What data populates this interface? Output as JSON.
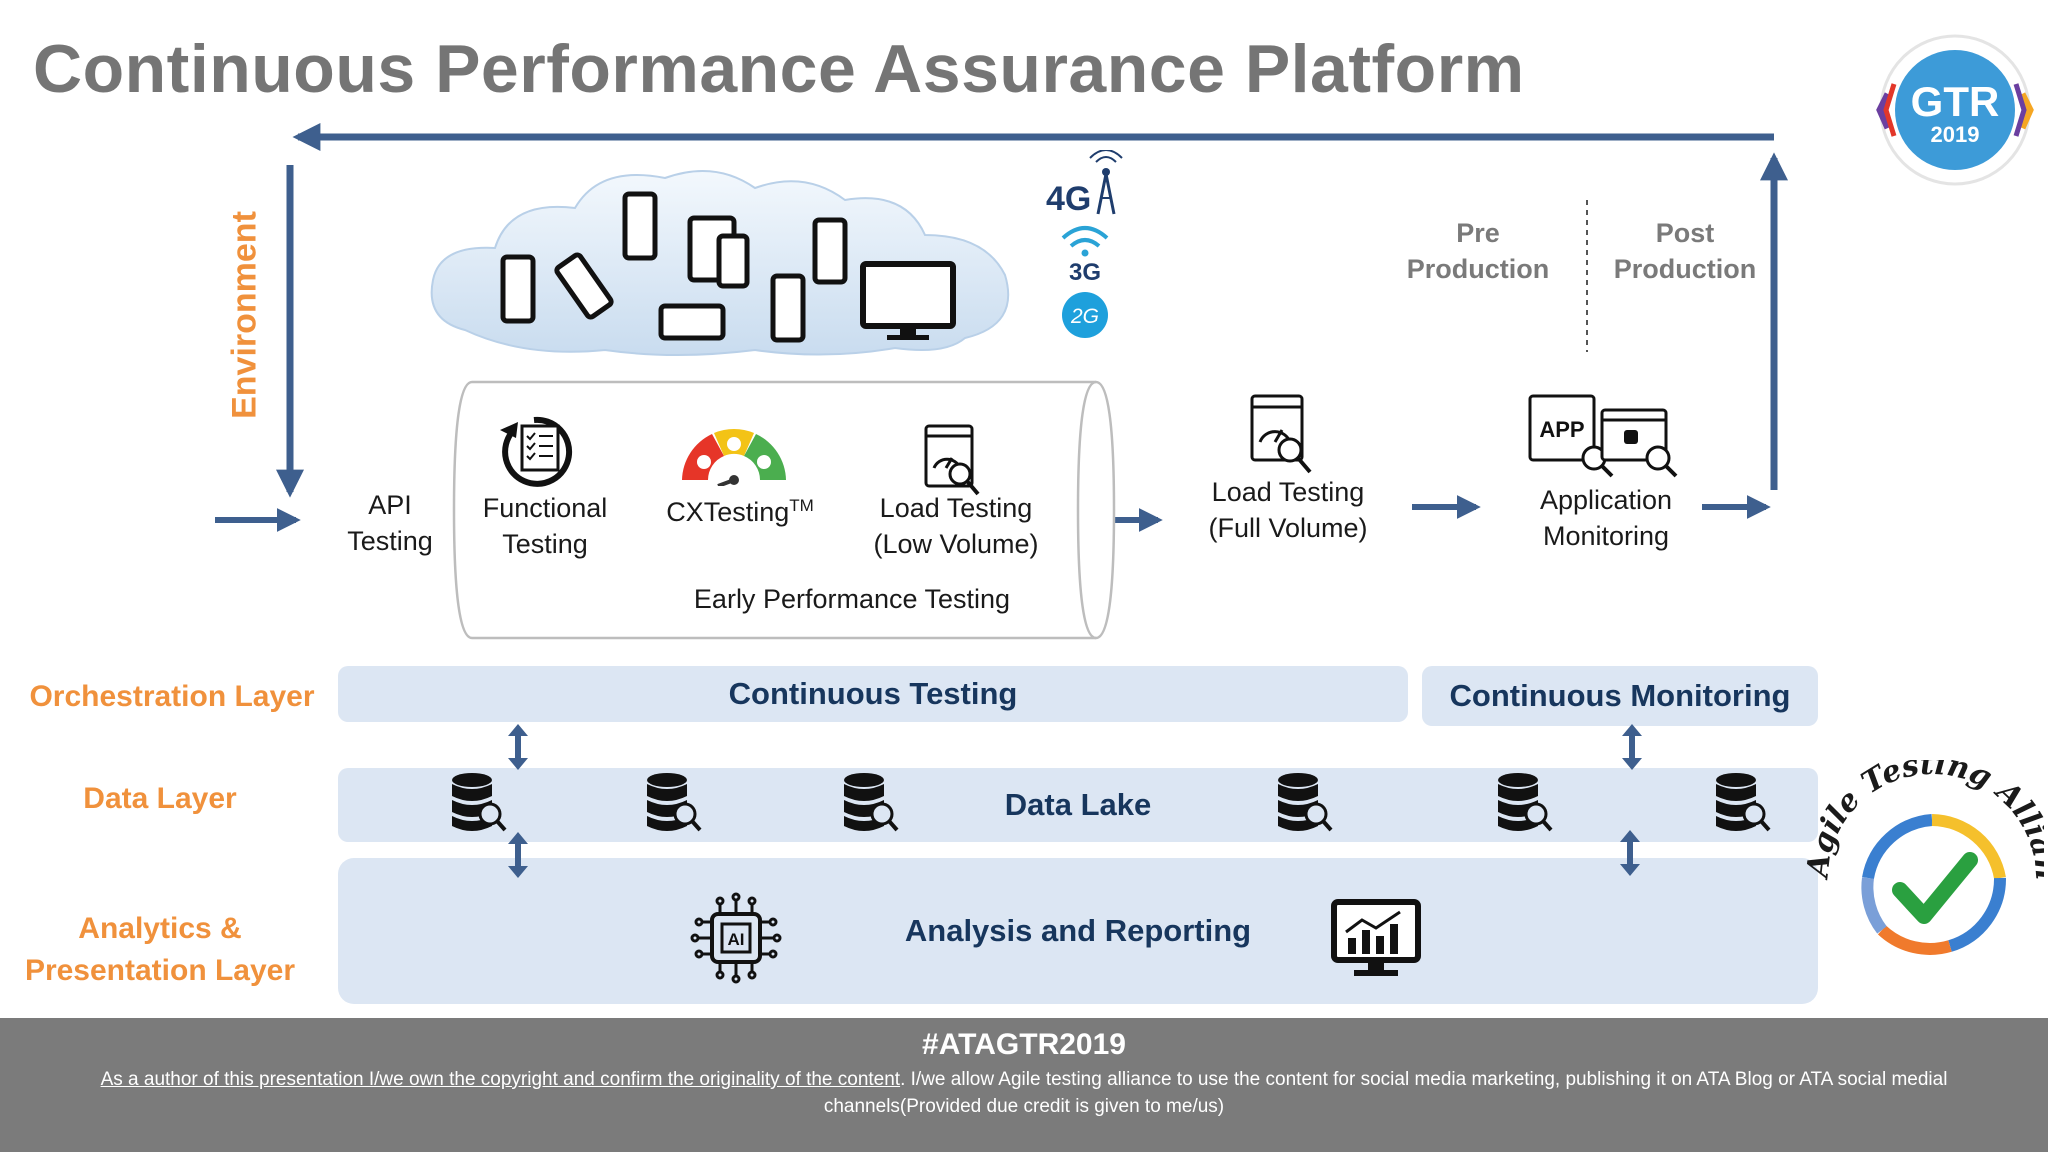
{
  "title": "Continuous Performance Assurance Platform",
  "environment_label": "Environment",
  "network": {
    "g4": "4G",
    "g3": "3G",
    "g2": "2G"
  },
  "phases": {
    "pre": "Pre Production",
    "post": "Post Production",
    "pre_l1": "Pre",
    "pre_l2": "Production",
    "post_l1": "Post",
    "post_l2": "Production"
  },
  "stages": {
    "api_l1": "API",
    "api_l2": "Testing",
    "functional_l1": "Functional",
    "functional_l2": "Testing",
    "cx": "CXTesting",
    "cx_sup": "TM",
    "load_low_l1": "Load Testing",
    "load_low_l2": "(Low Volume)",
    "load_full_l1": "Load Testing",
    "load_full_l2": "(Full Volume)",
    "app_mon_l1": "Application",
    "app_mon_l2": "Monitoring",
    "early_perf": "Early Performance Testing",
    "app_icon_text": "APP"
  },
  "layers": {
    "orchestration": "Orchestration Layer",
    "data": "Data Layer",
    "analytics_l1": "Analytics &",
    "analytics_l2": "Presentation Layer"
  },
  "bars": {
    "continuous_testing": "Continuous Testing",
    "continuous_monitoring": "Continuous Monitoring",
    "data_lake": "Data Lake",
    "analysis_reporting": "Analysis and Reporting",
    "ai_chip_text": "AI"
  },
  "logos": {
    "gtr_l1": "GTR",
    "gtr_l2": "2019",
    "ata_text": "Agile Testing Alliance"
  },
  "footer": {
    "hashtag": "#ATAGTR2019",
    "disclaimer_underlined": "As a author of this presentation I/we own the copyright and confirm the originality of the content",
    "disclaimer_rest": ". I/we allow Agile testing alliance to use the content for social media marketing, publishing it on ATA Blog or ATA social medial channels(Provided due credit is given to me/us)"
  },
  "colors": {
    "title": "#757575",
    "orange": "#f0913c",
    "navy": "#17365d",
    "arrow": "#3e5f8e",
    "bar": "#dce6f3",
    "footer": "#7b7b7b"
  }
}
